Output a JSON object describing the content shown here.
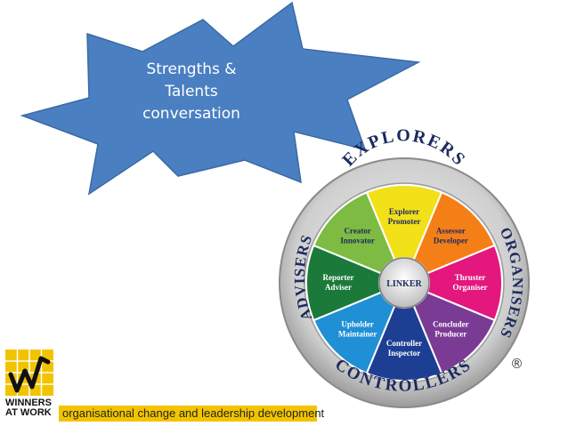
{
  "callout": {
    "lines": [
      "Strengths &",
      "Talents",
      "conversation"
    ],
    "fill_color": "#4a7fc1"
  },
  "wheel": {
    "center_label": "LINKER",
    "registered_mark": "®",
    "outer_labels": {
      "top": "EXPLORERS",
      "right": "ORGANISERS",
      "bottom": "CONTROLLERS",
      "left": "ADVISERS"
    },
    "segments": [
      {
        "line1": "Explorer",
        "line2": "Promoter",
        "color": "#f2e019"
      },
      {
        "line1": "Assessor",
        "line2": "Developer",
        "color": "#f57f17"
      },
      {
        "line1": "Thruster",
        "line2": "Organiser",
        "color": "#e3177d"
      },
      {
        "line1": "Concluder",
        "line2": "Producer",
        "color": "#7a3b95"
      },
      {
        "line1": "Controller",
        "line2": "Inspector",
        "color": "#1d3f93"
      },
      {
        "line1": "Upholder",
        "line2": "Maintainer",
        "color": "#1f8fd6"
      },
      {
        "line1": "Reporter",
        "line2": "Adviser",
        "color": "#1b7a3a"
      },
      {
        "line1": "Creator",
        "line2": "Innovator",
        "color": "#7dbb42"
      }
    ]
  },
  "branding": {
    "logo_lines": [
      "WINNERS",
      "AT WORK"
    ],
    "tagline": "organisational change and leadership development",
    "accent_color": "#f2c400"
  }
}
